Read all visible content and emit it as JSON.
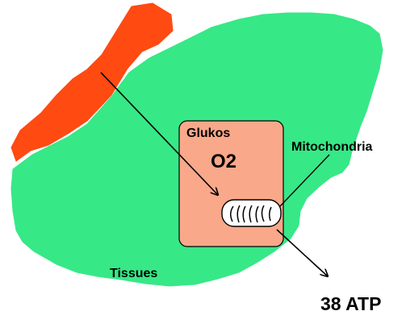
{
  "labels": {
    "glukos": "Glukos",
    "o2": "O2",
    "mitochondria": "Mitochondria",
    "tissues": "Tissues",
    "atp": "38 ATP"
  },
  "colors": {
    "background": "#ffffff",
    "blood_vessel": "#ff4a12",
    "tissue": "#37e887",
    "cell": "#f9a88a",
    "mitochondrion_fill": "#ffffff",
    "text": "#000000"
  }
}
